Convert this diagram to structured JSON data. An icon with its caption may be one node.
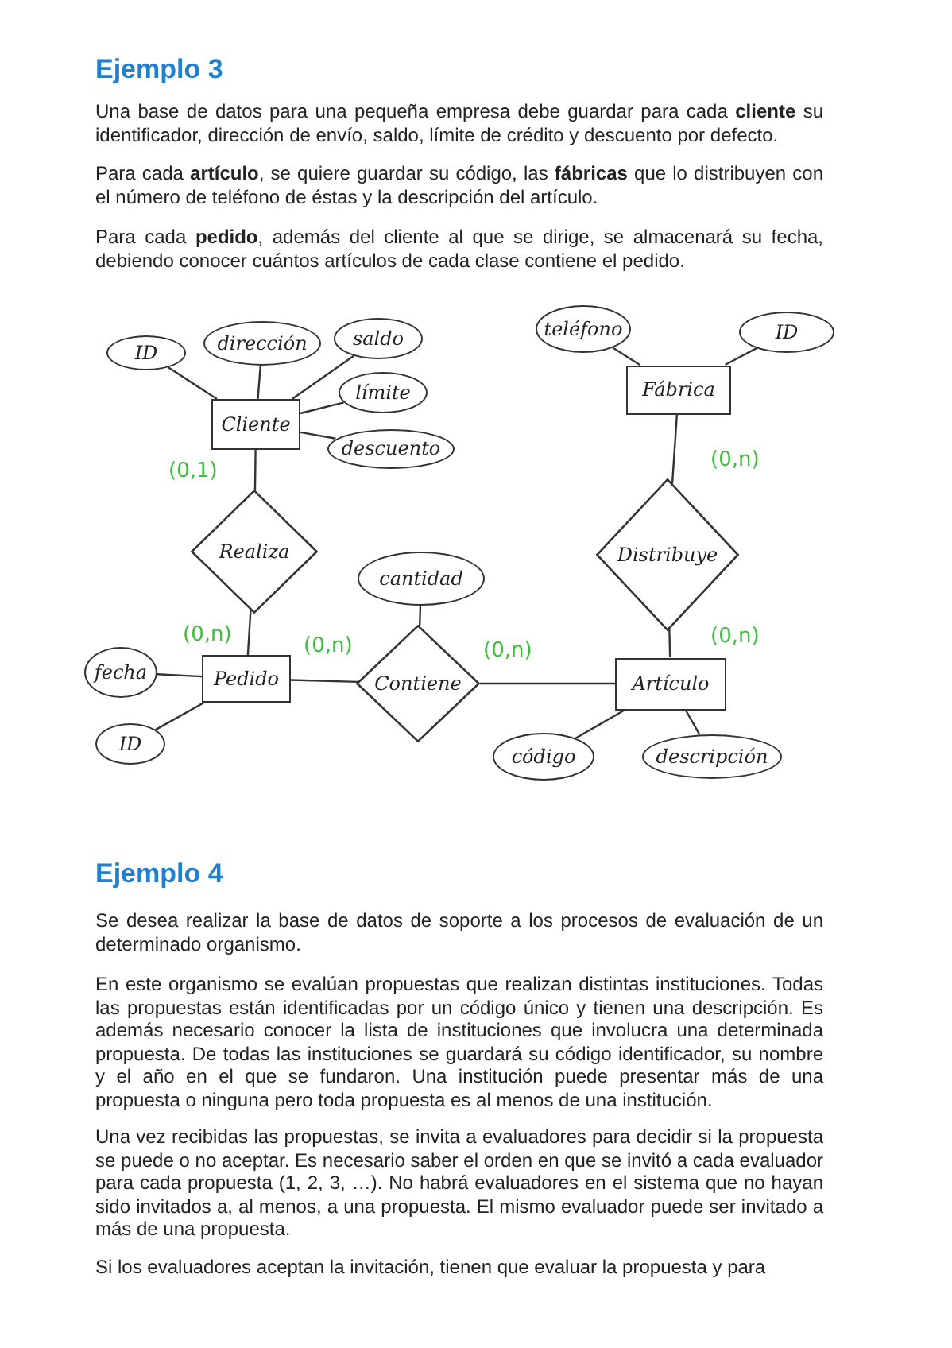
{
  "diagram": {
    "nodes": [
      {
        "text": [
          "ID"
        ]
      },
      {
        "text": [
          "dirección"
        ]
      },
      {
        "text": [
          "saldo"
        ]
      },
      {
        "text": [
          "teléfono"
        ]
      },
      {
        "text": [
          "ID"
        ]
      },
      {
        "text": [
          "límite"
        ]
      },
      {
        "text": [
          "Cliente"
        ]
      },
      {
        "text": [
          "Fábrica"
        ]
      },
      {
        "text": [
          "descuento"
        ]
      },
      {
        "text": [
          "Realiza"
        ]
      },
      {
        "text": [
          "Distribuye"
        ]
      },
      {
        "text": [
          "cantidad"
        ]
      },
      {
        "text": [
          "fecha"
        ]
      },
      {
        "text": [
          "Pedido"
        ]
      },
      {
        "text": [
          "Contiene"
        ]
      },
      {
        "text": [
          "Artículo"
        ]
      },
      {
        "text": [
          "ID"
        ]
      },
      {
        "text": [
          "código"
        ]
      },
      {
        "text": [
          "descripción"
        ]
      }
    ],
    "edges": [
      {
        "from": 6,
        "to": 0,
        "arrow": "none"
      },
      {
        "from": 6,
        "to": 1,
        "arrow": "none"
      },
      {
        "from": 6,
        "to": 2,
        "arrow": "none"
      },
      {
        "from": 6,
        "to": 5,
        "arrow": "none"
      },
      {
        "from": 6,
        "to": 8,
        "arrow": "none"
      },
      {
        "from": 7,
        "to": 3,
        "arrow": "none"
      },
      {
        "from": 7,
        "to": 4,
        "arrow": "none"
      },
      {
        "from": 6,
        "to": 9,
        "arrow": "none",
        "label": "(0,1)"
      },
      {
        "from": 9,
        "to": 13,
        "arrow": "none",
        "label": "(0,n)"
      },
      {
        "from": 13,
        "to": 12,
        "arrow": "none"
      },
      {
        "from": 13,
        "to": 16,
        "arrow": "none"
      },
      {
        "from": 13,
        "to": 14,
        "arrow": "none",
        "label": "(0,n)"
      },
      {
        "from": 14,
        "to": 11,
        "arrow": "none"
      },
      {
        "from": 14,
        "to": 15,
        "arrow": "none",
        "label": "(0,n)"
      },
      {
        "from": 7,
        "to": 10,
        "arrow": "none",
        "label": "(0,n)"
      },
      {
        "from": 10,
        "to": 15,
        "arrow": "none",
        "label": "(0,n)"
      },
      {
        "from": 15,
        "to": 17,
        "arrow": "none"
      },
      {
        "from": 15,
        "to": 18,
        "arrow": "none"
      }
    ],
    "labels": [
      "Ejemplo 3",
      "Una base de datos para una pequeña empresa debe guardar para cada **cliente** su identificador, dirección de envío, saldo, límite de crédito y descuento por defecto.",
      "Para cada **artículo**, se quiere guardar su código, las **fábricas** que lo distribuyen con el número de teléfono de éstas y la descripción del artículo.",
      "Para cada **pedido**, además del cliente al que se dirige, se almacenará su fecha, debiendo conocer cuántos artículos de cada clase contiene el pedido.",
      "Ejemplo 4",
      "Se desea realizar la base de datos de soporte a los procesos de evaluación de un determinado organismo.",
      "En este organismo se evalúan propuestas que realizan distintas instituciones. Todas las propuestas están identificadas por un código único y tienen una descripción. Es además necesario conocer la lista de instituciones que involucra una determinada propuesta. De todas las instituciones se guardará su código identificador, su nombre y el año en el que se fundaron. Una institución puede presentar más de una propuesta o ninguna pero toda propuesta es al menos de una institución.",
      "Una vez recibidas las propuestas, se invita a evaluadores para decidir si la propuesta se puede o no aceptar. Es necesario saber el orden en que se invitó a cada evaluador para cada propuesta (1, 2, 3, …). No habrá evaluadores en el sistema que no hayan sido invitados a, al menos, a una propuesta. El mismo evaluador puede ser invitado a más de una propuesta.",
      "Si los evaluadores aceptan la invitación, tienen que evaluar la propuesta y para"
    ]
  }
}
